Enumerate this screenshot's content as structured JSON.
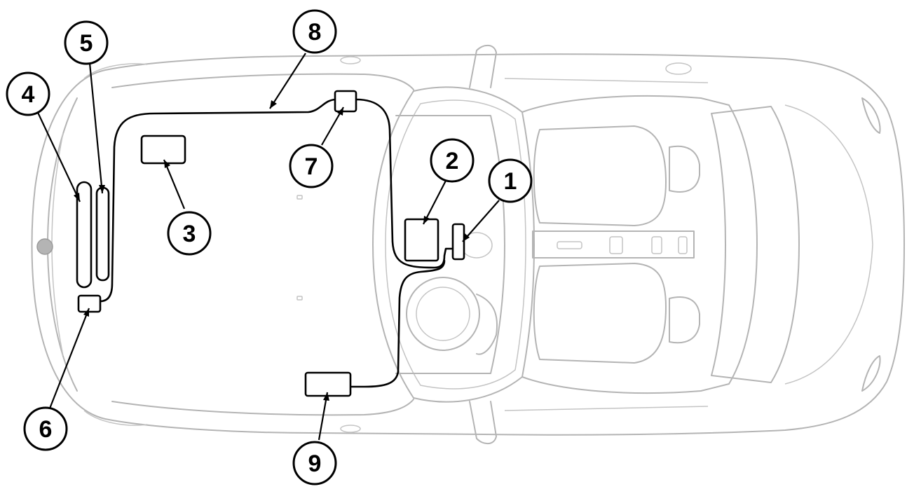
{
  "diagram": {
    "callouts": [
      {
        "id": "1",
        "label": "1"
      },
      {
        "id": "2",
        "label": "2"
      },
      {
        "id": "3",
        "label": "3"
      },
      {
        "id": "4",
        "label": "4"
      },
      {
        "id": "5",
        "label": "5"
      },
      {
        "id": "6",
        "label": "6"
      },
      {
        "id": "7",
        "label": "7"
      },
      {
        "id": "8",
        "label": "8"
      },
      {
        "id": "9",
        "label": "9"
      }
    ],
    "colors": {
      "car_outline": "#b4b4b4",
      "components": "#000000",
      "background": "#ffffff"
    }
  }
}
